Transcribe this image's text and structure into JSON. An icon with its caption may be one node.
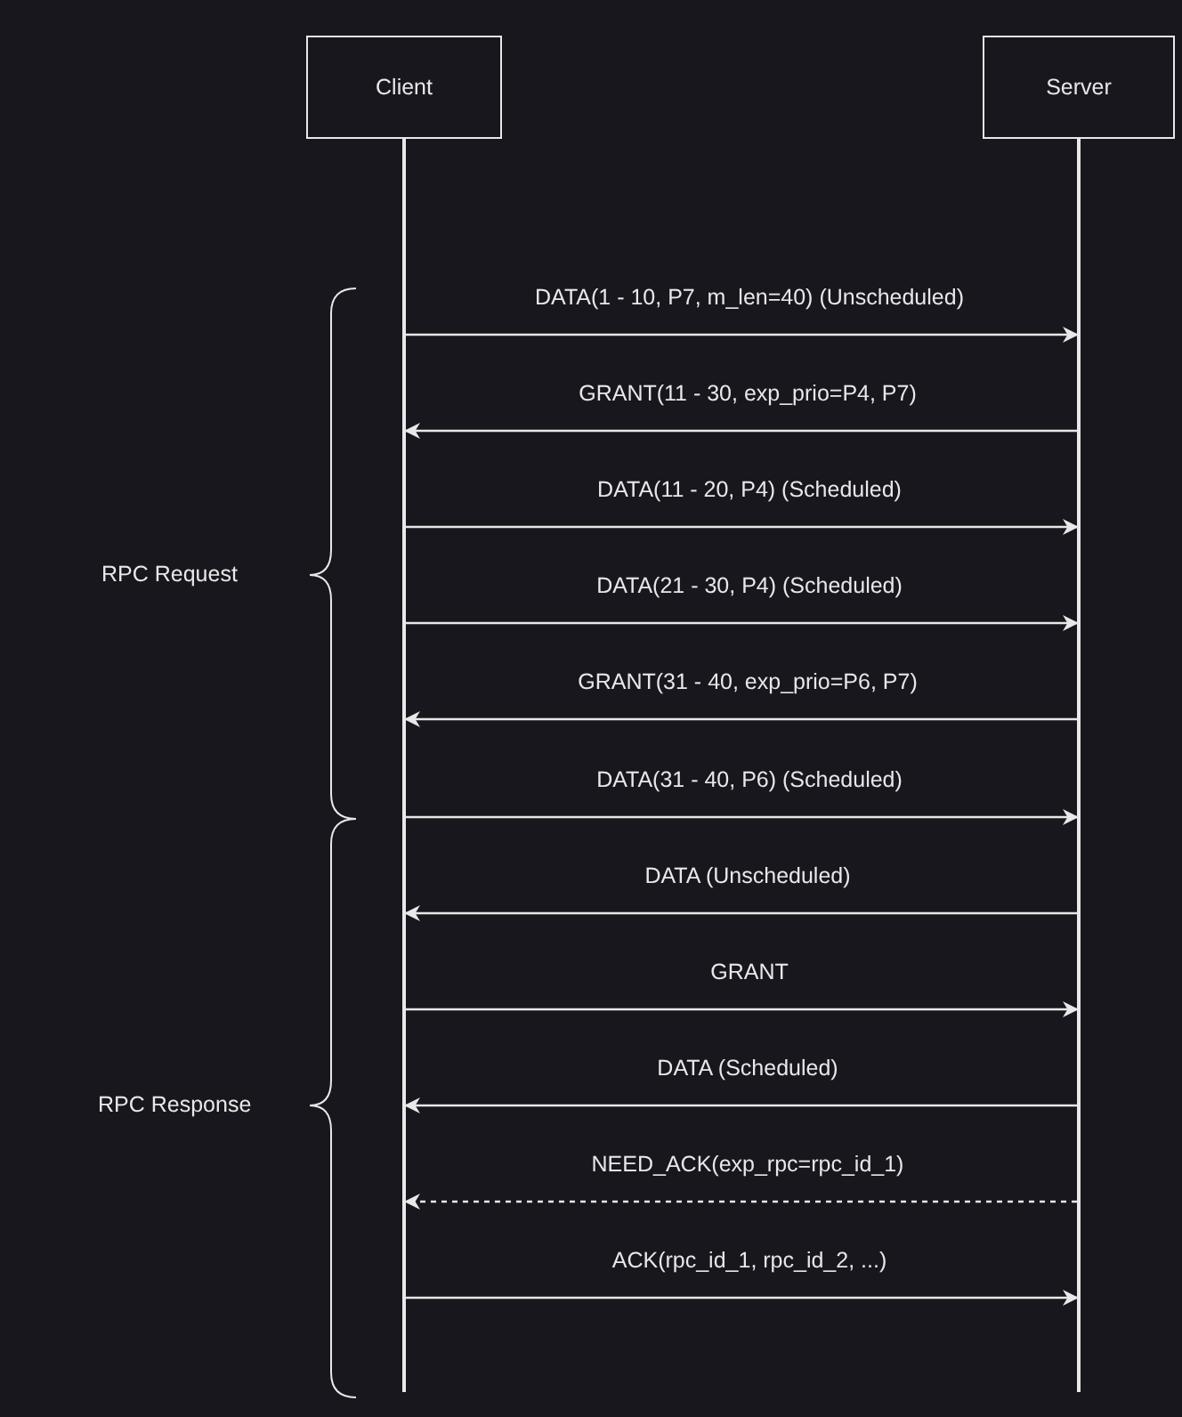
{
  "diagram": {
    "nodes": [
      {
        "text": [
          "Client"
        ]
      },
      {
        "text": [
          "Server"
        ]
      }
    ],
    "edges": [
      {
        "from": 0,
        "to": 1,
        "arrow": "to",
        "label": "DATA(1 - 10, P7, m_len=40) (Unscheduled)"
      },
      {
        "from": 1,
        "to": 0,
        "arrow": "to",
        "label": "GRANT(11 - 30, exp_prio=P4, P7)"
      },
      {
        "from": 0,
        "to": 1,
        "arrow": "to",
        "label": "DATA(11 - 20, P4) (Scheduled)"
      },
      {
        "from": 0,
        "to": 1,
        "arrow": "to",
        "label": "DATA(21 - 30, P4) (Scheduled)"
      },
      {
        "from": 1,
        "to": 0,
        "arrow": "to",
        "label": "GRANT(31 - 40, exp_prio=P6, P7)"
      },
      {
        "from": 0,
        "to": 1,
        "arrow": "to",
        "label": "DATA(31 - 40, P6) (Scheduled)"
      },
      {
        "from": 1,
        "to": 0,
        "arrow": "to",
        "label": "DATA (Unscheduled)"
      },
      {
        "from": 0,
        "to": 1,
        "arrow": "to",
        "label": "GRANT"
      },
      {
        "from": 1,
        "to": 0,
        "arrow": "to",
        "label": "DATA (Scheduled)"
      },
      {
        "from": 1,
        "to": 0,
        "arrow": "to",
        "label": "NEED_ACK(exp_rpc=rpc_id_1)",
        "style": "dashed"
      },
      {
        "from": 0,
        "to": 1,
        "arrow": "to",
        "label": "ACK(rpc_id_1, rpc_id_2, ...)"
      }
    ],
    "labels": [
      "RPC Request",
      "RPC Response"
    ]
  }
}
